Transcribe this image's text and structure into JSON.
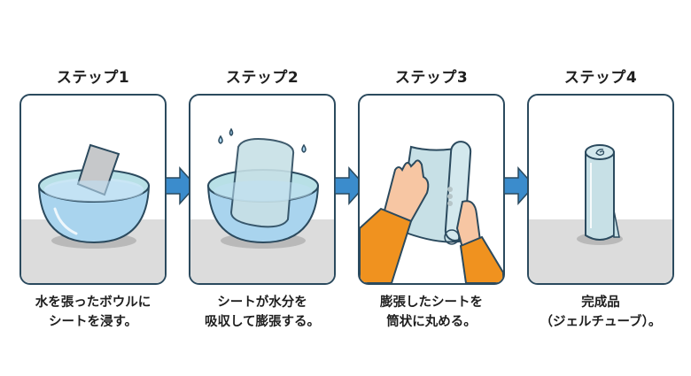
{
  "steps": [
    {
      "title": "ステップ1",
      "caption_line1": "水を張ったボウルに",
      "caption_line2": "シートを浸す。",
      "illustration": "sheet-into-water-bowl"
    },
    {
      "title": "ステップ2",
      "caption_line1": "シートが水分を",
      "caption_line2": "吸収して膨張する。",
      "illustration": "swollen-sheet-in-bowl"
    },
    {
      "title": "ステップ3",
      "caption_line1": "膨張したシートを",
      "caption_line2": "筒状に丸める。",
      "illustration": "hands-rolling-sheet"
    },
    {
      "title": "ステップ4",
      "caption_line1": "完成品",
      "caption_line2": "（ジェルチューブ）。",
      "illustration": "finished-gel-tube"
    }
  ],
  "arrows": [
    "arrow-right-icon",
    "arrow-right-icon",
    "arrow-right-icon"
  ],
  "colors": {
    "panel_border": "#2b4a5e",
    "arrow": "#3b8ccc",
    "water": "#a9d4ee",
    "floor": "#dcdcdc",
    "sleeve": "#f0921f",
    "skin": "#f7c6a3",
    "sheet_gray": "#c6c8ca",
    "gel": "#c7e0e6"
  }
}
